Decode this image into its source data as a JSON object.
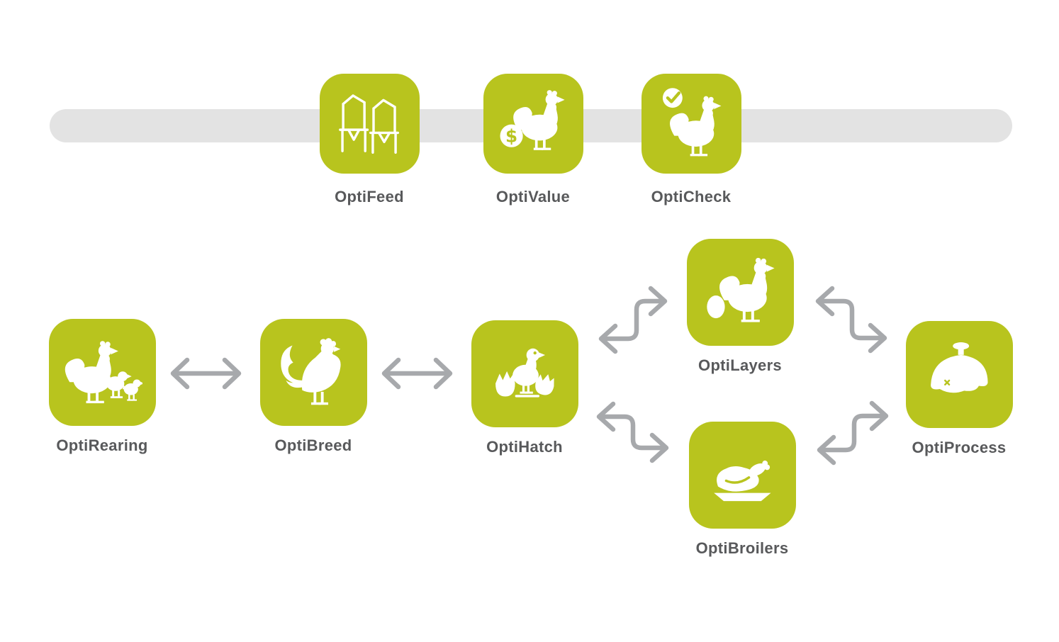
{
  "colors": {
    "accent_green": "#b8c41e",
    "timeline_bar_gray": "#e3e3e3",
    "arrow_gray": "#a7a9ac",
    "label_gray": "#58595b",
    "glyph_white": "#ffffff"
  },
  "top_row": [
    {
      "label": "OptiFeed",
      "icon": "feed-silos-icon"
    },
    {
      "label": "OptiValue",
      "icon": "hen-dollar-coin-icon"
    },
    {
      "label": "OptiCheck",
      "icon": "hen-checkmark-icon"
    }
  ],
  "flow": [
    {
      "label": "OptiRearing",
      "icon": "hen-with-chicks-icon"
    },
    {
      "label": "OptiBreed",
      "icon": "rooster-icon"
    },
    {
      "label": "OptiHatch",
      "icon": "hatched-chick-eggshell-icon"
    },
    {
      "label": "OptiLayers",
      "icon": "hen-with-egg-icon"
    },
    {
      "label": "OptiBroilers",
      "icon": "roast-chicken-on-plate-icon"
    },
    {
      "label": "OptiProcess",
      "icon": "serving-cloche-icon"
    }
  ],
  "connections": [
    {
      "from": "OptiRearing",
      "to": "OptiBreed",
      "style": "straight-double-arrow"
    },
    {
      "from": "OptiBreed",
      "to": "OptiHatch",
      "style": "straight-double-arrow"
    },
    {
      "from": "OptiHatch",
      "to": "OptiLayers",
      "style": "stepped-double-arrow"
    },
    {
      "from": "OptiHatch",
      "to": "OptiBroilers",
      "style": "stepped-double-arrow"
    },
    {
      "from": "OptiLayers",
      "to": "OptiProcess",
      "style": "stepped-double-arrow"
    },
    {
      "from": "OptiBroilers",
      "to": "OptiProcess",
      "style": "stepped-double-arrow"
    }
  ]
}
